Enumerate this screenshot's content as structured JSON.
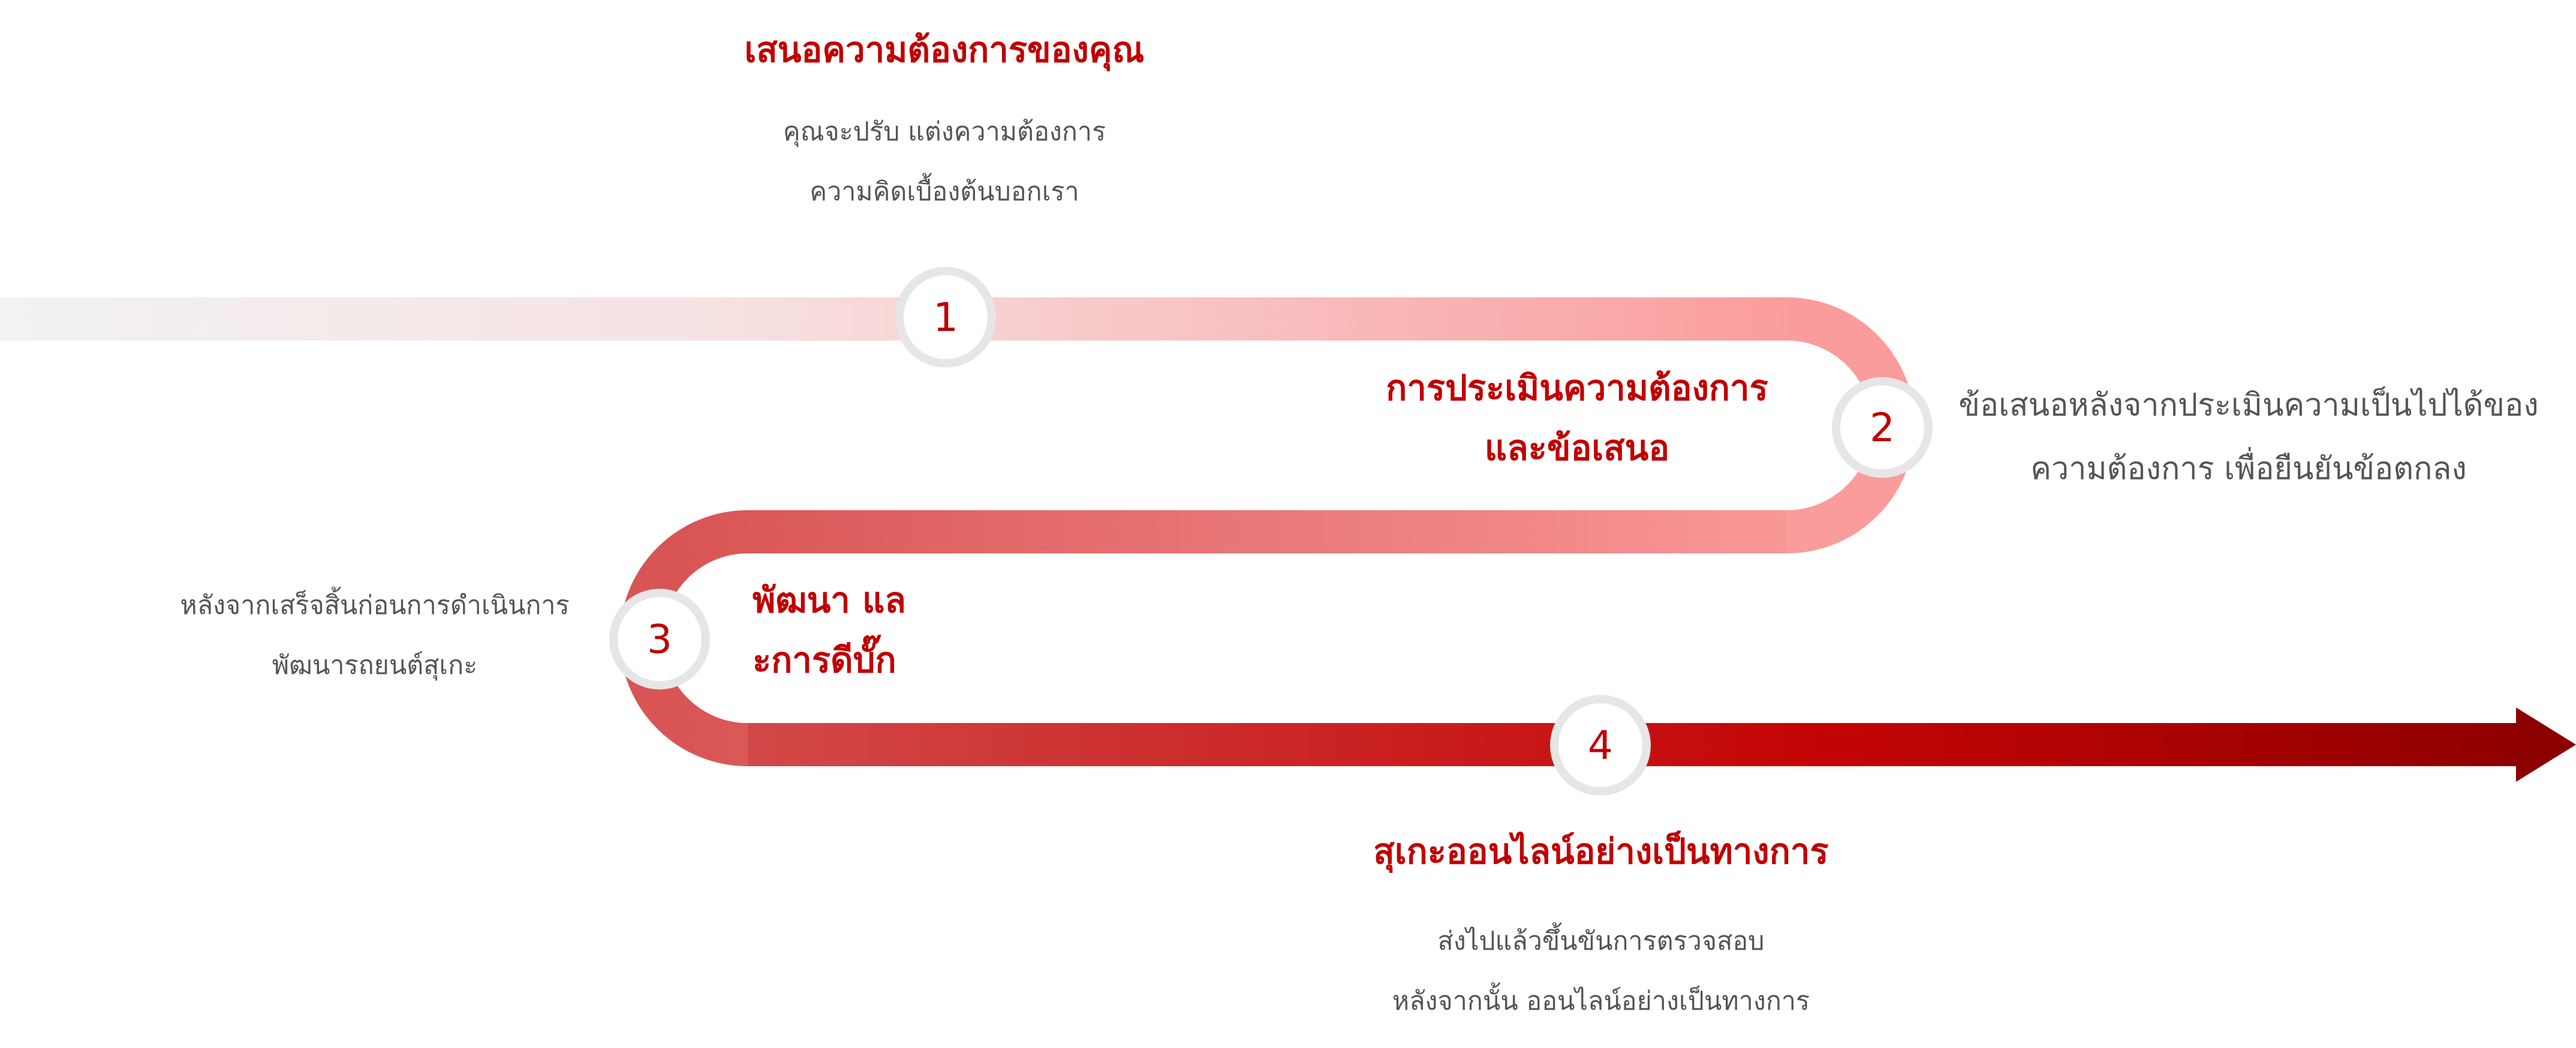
{
  "steps": [
    {
      "number": "1",
      "title": [
        "เสนอความต้องการของคุณ"
      ],
      "description": [
        "คุณจะปรับ แต่งความต้องการ",
        "ความคิดเบื้องต้นบอกเรา"
      ]
    },
    {
      "number": "2",
      "title": [
        "การประเมินความต้องการ",
        "และข้อเสนอ"
      ],
      "description": [
        "ข้อเสนอหลังจากประเมินความเป็นไปได้ของ",
        "ความต้องการ เพื่อยืนยันข้อตกลง"
      ]
    },
    {
      "number": "3",
      "title": [
        "พัฒนา แล",
        "ะการดีบั๊ก"
      ],
      "description": [
        "หลังจากเสร็จสิ้นก่อนการดำเนินการ",
        "พัฒนารถยนต์สุเกะ"
      ]
    },
    {
      "number": "4",
      "title": [
        "สุเกะออนไลน์อย่างเป็นทางการ"
      ],
      "description": [
        "ส่งไปแล้วขึ้นขันการตรวจสอบ",
        "หลังจากนั้น ออนไลน์อย่างเป็นทางการ"
      ]
    }
  ],
  "colors": {
    "accent": "#c00000",
    "path_start": "#f1f1f1",
    "path_mid": "#f99a9a",
    "path_end": "#8e0000",
    "node_ring": "#e6e6e6",
    "text_muted": "#555555"
  }
}
